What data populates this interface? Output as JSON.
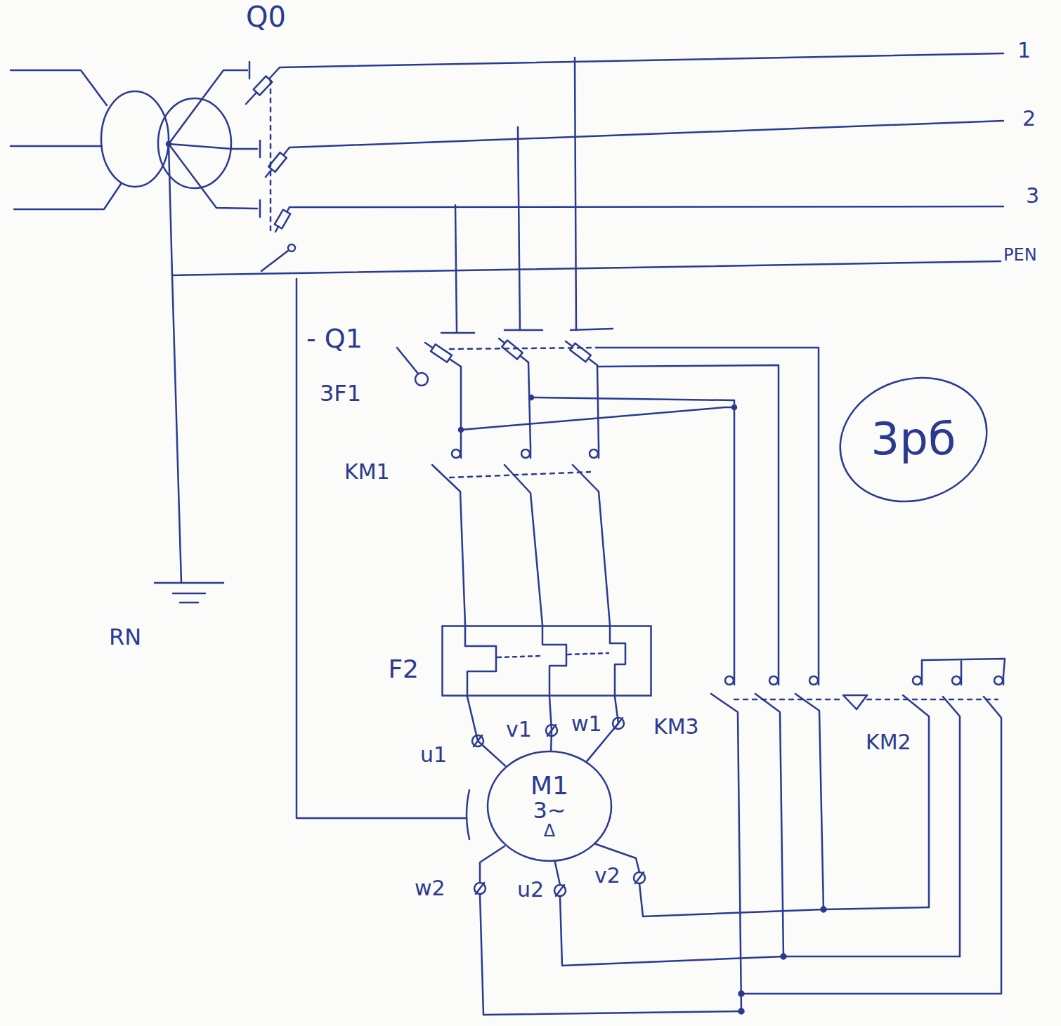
{
  "diagram": {
    "nodes": [
      {
        "text": [
          "3рб"
        ]
      },
      {
        "text": [
          "F2"
        ]
      },
      {
        "text": [
          "M1",
          "3~",
          "Δ"
        ]
      }
    ],
    "edges": [
      {
        "from": 1,
        "to": 2,
        "arrow": "none"
      },
      {
        "from": 1,
        "to": 2,
        "arrow": "none"
      },
      {
        "from": 1,
        "to": 2,
        "arrow": "none"
      }
    ],
    "labels": [
      "Q0",
      "1",
      "2",
      "3",
      "PEN",
      "- Q1",
      "3F1",
      "KM1",
      "RN",
      "KM3",
      "KM2",
      "u1",
      "v1",
      "w1",
      "w2",
      "u2",
      "v2"
    ]
  }
}
